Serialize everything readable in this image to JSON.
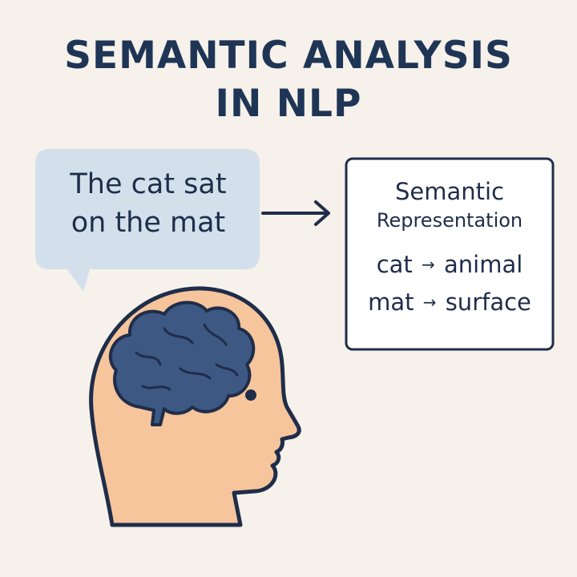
{
  "title": {
    "line1": "SEMANTIC ANALYSIS",
    "line2": "IN NLP"
  },
  "speech_bubble": {
    "line1": "The cat sat",
    "line2": "on the mat"
  },
  "representation_box": {
    "heading": "Semantic",
    "subheading": "Representation",
    "mappings": [
      {
        "from": "cat",
        "arrow": "→",
        "to": "animal"
      },
      {
        "from": "mat",
        "arrow": "→",
        "to": "surface"
      }
    ]
  },
  "colors": {
    "background": "#f6f1ea",
    "title": "#1f3556",
    "bubble_fill": "#d3e0ec",
    "outline": "#1f2d4a",
    "skin": "#f6c59c",
    "brain": "#3d5983"
  },
  "icons": [
    "speech-bubble-icon",
    "arrow-right-icon",
    "head-profile-icon",
    "brain-icon"
  ]
}
